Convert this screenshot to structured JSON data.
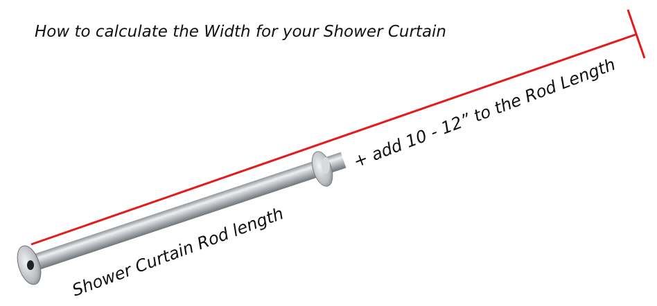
{
  "title": "How to calculate the Width for your Shower Curtain",
  "rod_label": "Shower Curtain Rod length",
  "extra_label": "+ add 10 - 12” to the Rod Length",
  "colors": {
    "measure_line": "#e41b1b",
    "text": "#111111",
    "rod": "#b8bcc0"
  }
}
